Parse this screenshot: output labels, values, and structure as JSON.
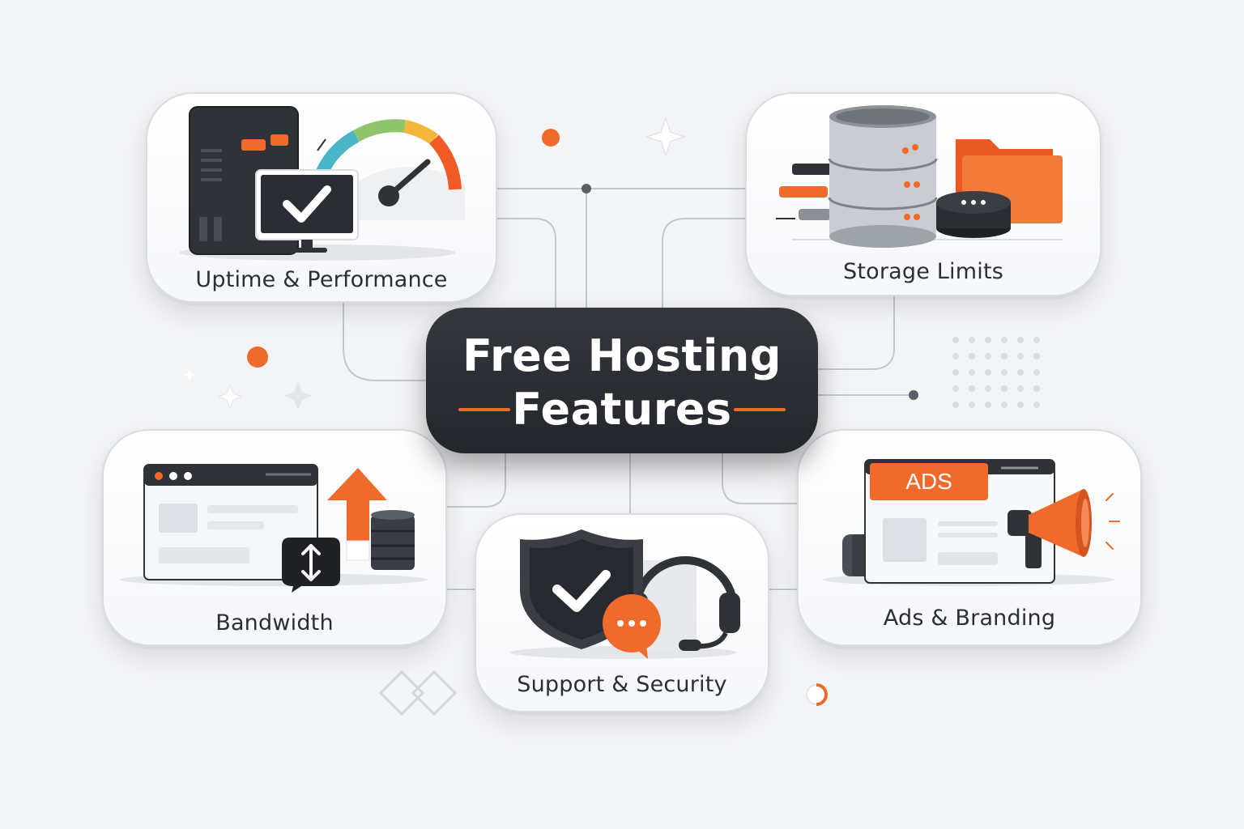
{
  "center": {
    "line1": "Free Hosting",
    "line2": "Features"
  },
  "features": [
    {
      "label": "Uptime & Performance",
      "icon": "server-speedometer-icon"
    },
    {
      "label": "Storage Limits",
      "icon": "database-folder-icon"
    },
    {
      "label": "Bandwidth",
      "icon": "browser-upload-icon"
    },
    {
      "label": "Support & Security",
      "icon": "shield-headset-icon"
    },
    {
      "label": "Ads & Branding",
      "icon": "ads-megaphone-icon"
    }
  ],
  "palette": {
    "accent": "#f06a2b",
    "dark": "#2a2d33",
    "background": "#f3f4f6"
  }
}
